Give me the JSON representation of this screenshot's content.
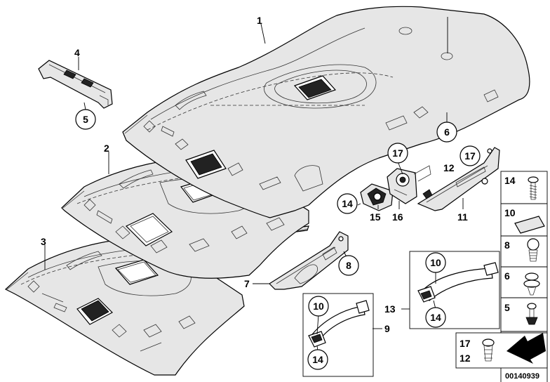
{
  "diagram": {
    "part_numbers": {
      "headliner_main": "1",
      "headliner_variant_2": "2",
      "headliner_variant_3": "3",
      "bracket_4": "4",
      "clip_5": "5",
      "plug_6": "6",
      "bracket_7": "7",
      "plug_8": "8",
      "grab_handle_set_9": "9",
      "cap_10": "10",
      "bracket_11": "11",
      "clip_12": "12",
      "grab_handle_set_13": "13",
      "screw_14": "14",
      "holder_15": "15",
      "holder_16": "16",
      "clip_17": "17"
    },
    "circled_labels": {
      "c5": "5",
      "c6": "6",
      "c8": "8",
      "c10a": "10",
      "c14a": "14",
      "c10b": "10",
      "c14b": "14",
      "c14c": "14",
      "c17a": "17",
      "c17b": "17"
    },
    "legend": {
      "rows": [
        "14",
        "10",
        "8",
        "6",
        "5"
      ],
      "bottom_numbers": [
        "17",
        "12"
      ]
    },
    "catalog_number": "00140939",
    "colors": {
      "line": "#000000",
      "panel_fill": "#e6e6e6",
      "background": "#ffffff"
    }
  }
}
